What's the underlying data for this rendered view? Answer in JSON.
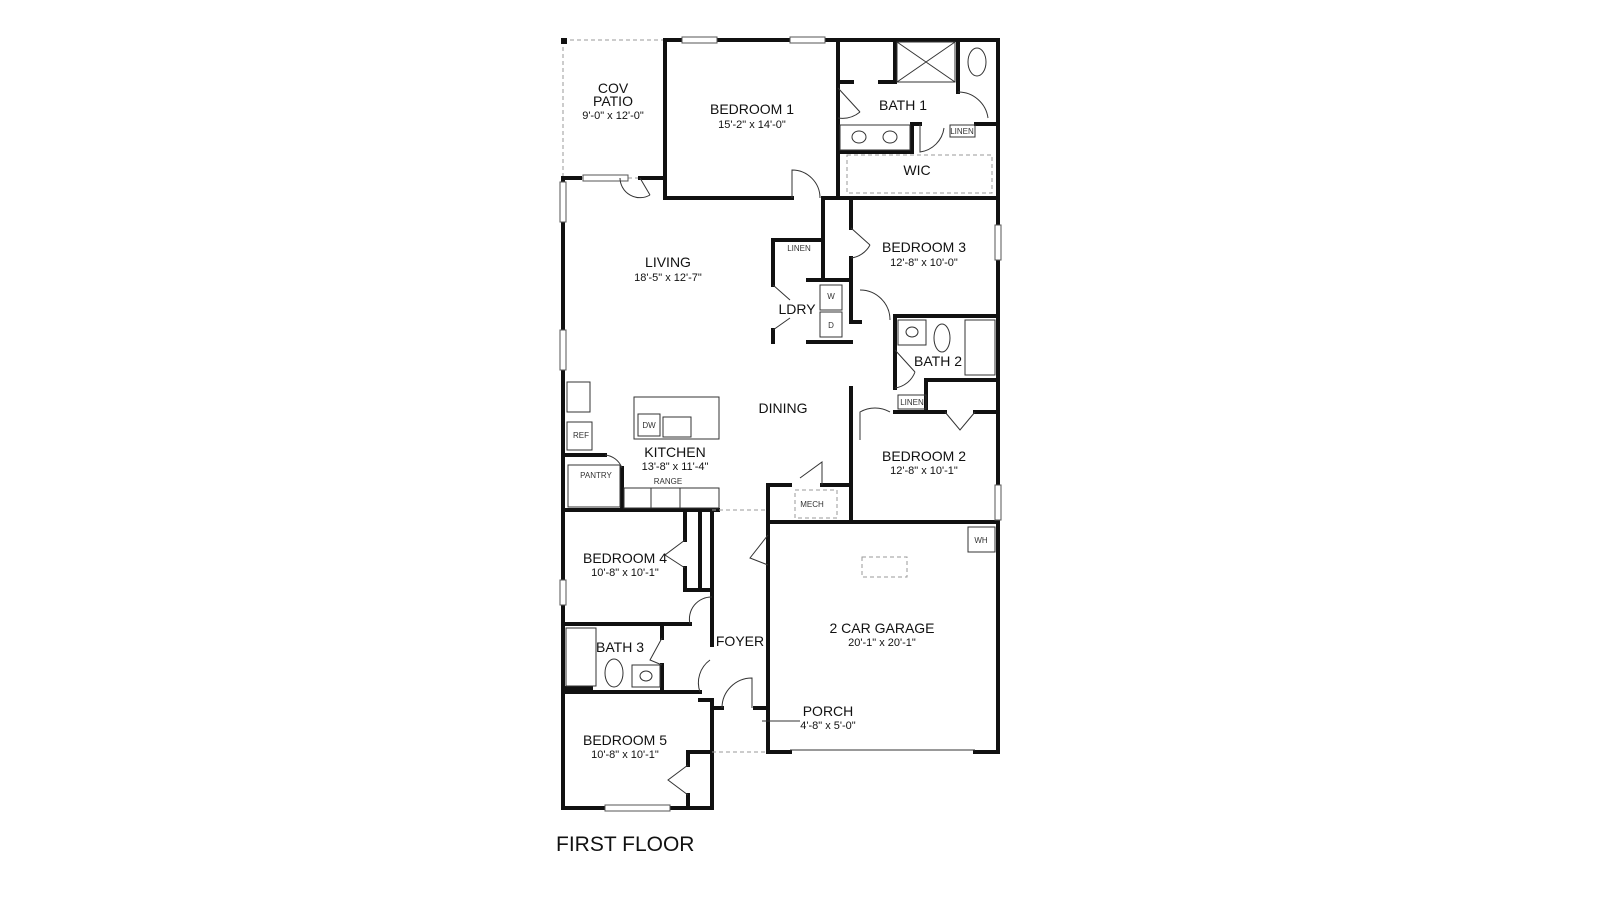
{
  "plan_title": "FIRST FLOOR",
  "rooms": {
    "cov_patio": {
      "name_line1": "COV",
      "name_line2": "PATIO",
      "dim": "9'-0\" x 12'-0\""
    },
    "bedroom1": {
      "name": "BEDROOM 1",
      "dim": "15'-2\" x 14'-0\""
    },
    "bath1": {
      "name": "BATH 1"
    },
    "wic": {
      "name": "WIC"
    },
    "living": {
      "name": "LIVING",
      "dim": "18'-5\" x 12'-7\""
    },
    "ldry": {
      "name": "LDRY"
    },
    "bedroom3": {
      "name": "BEDROOM 3",
      "dim": "12'-8\" x 10'-0\""
    },
    "bath2": {
      "name": "BATH 2"
    },
    "dining": {
      "name": "DINING"
    },
    "kitchen": {
      "name": "KITCHEN",
      "dim": "13'-8\" x 11'-4\""
    },
    "bedroom2": {
      "name": "BEDROOM 2",
      "dim": "12'-8\" x 10'-1\""
    },
    "bedroom4": {
      "name": "BEDROOM 4",
      "dim": "10'-8\" x 10'-1\""
    },
    "bath3": {
      "name": "BATH 3"
    },
    "foyer": {
      "name": "FOYER"
    },
    "garage": {
      "name": "2 CAR GARAGE",
      "dim": "20'-1\" x 20'-1\""
    },
    "porch": {
      "name": "PORCH",
      "dim": "4'-8\" x 5'-0\""
    },
    "bedroom5": {
      "name": "BEDROOM 5",
      "dim": "10'-8\" x 10'-1\""
    }
  },
  "fixtures": {
    "linen_bath1": "LINEN",
    "linen_hall": "LINEN",
    "linen_bath2": "LINEN",
    "washer": "W",
    "dryer": "D",
    "dishwasher": "DW",
    "refrigerator": "REF",
    "pantry": "PANTRY",
    "range": "RANGE",
    "mech": "MECH",
    "water_heater": "WH"
  }
}
